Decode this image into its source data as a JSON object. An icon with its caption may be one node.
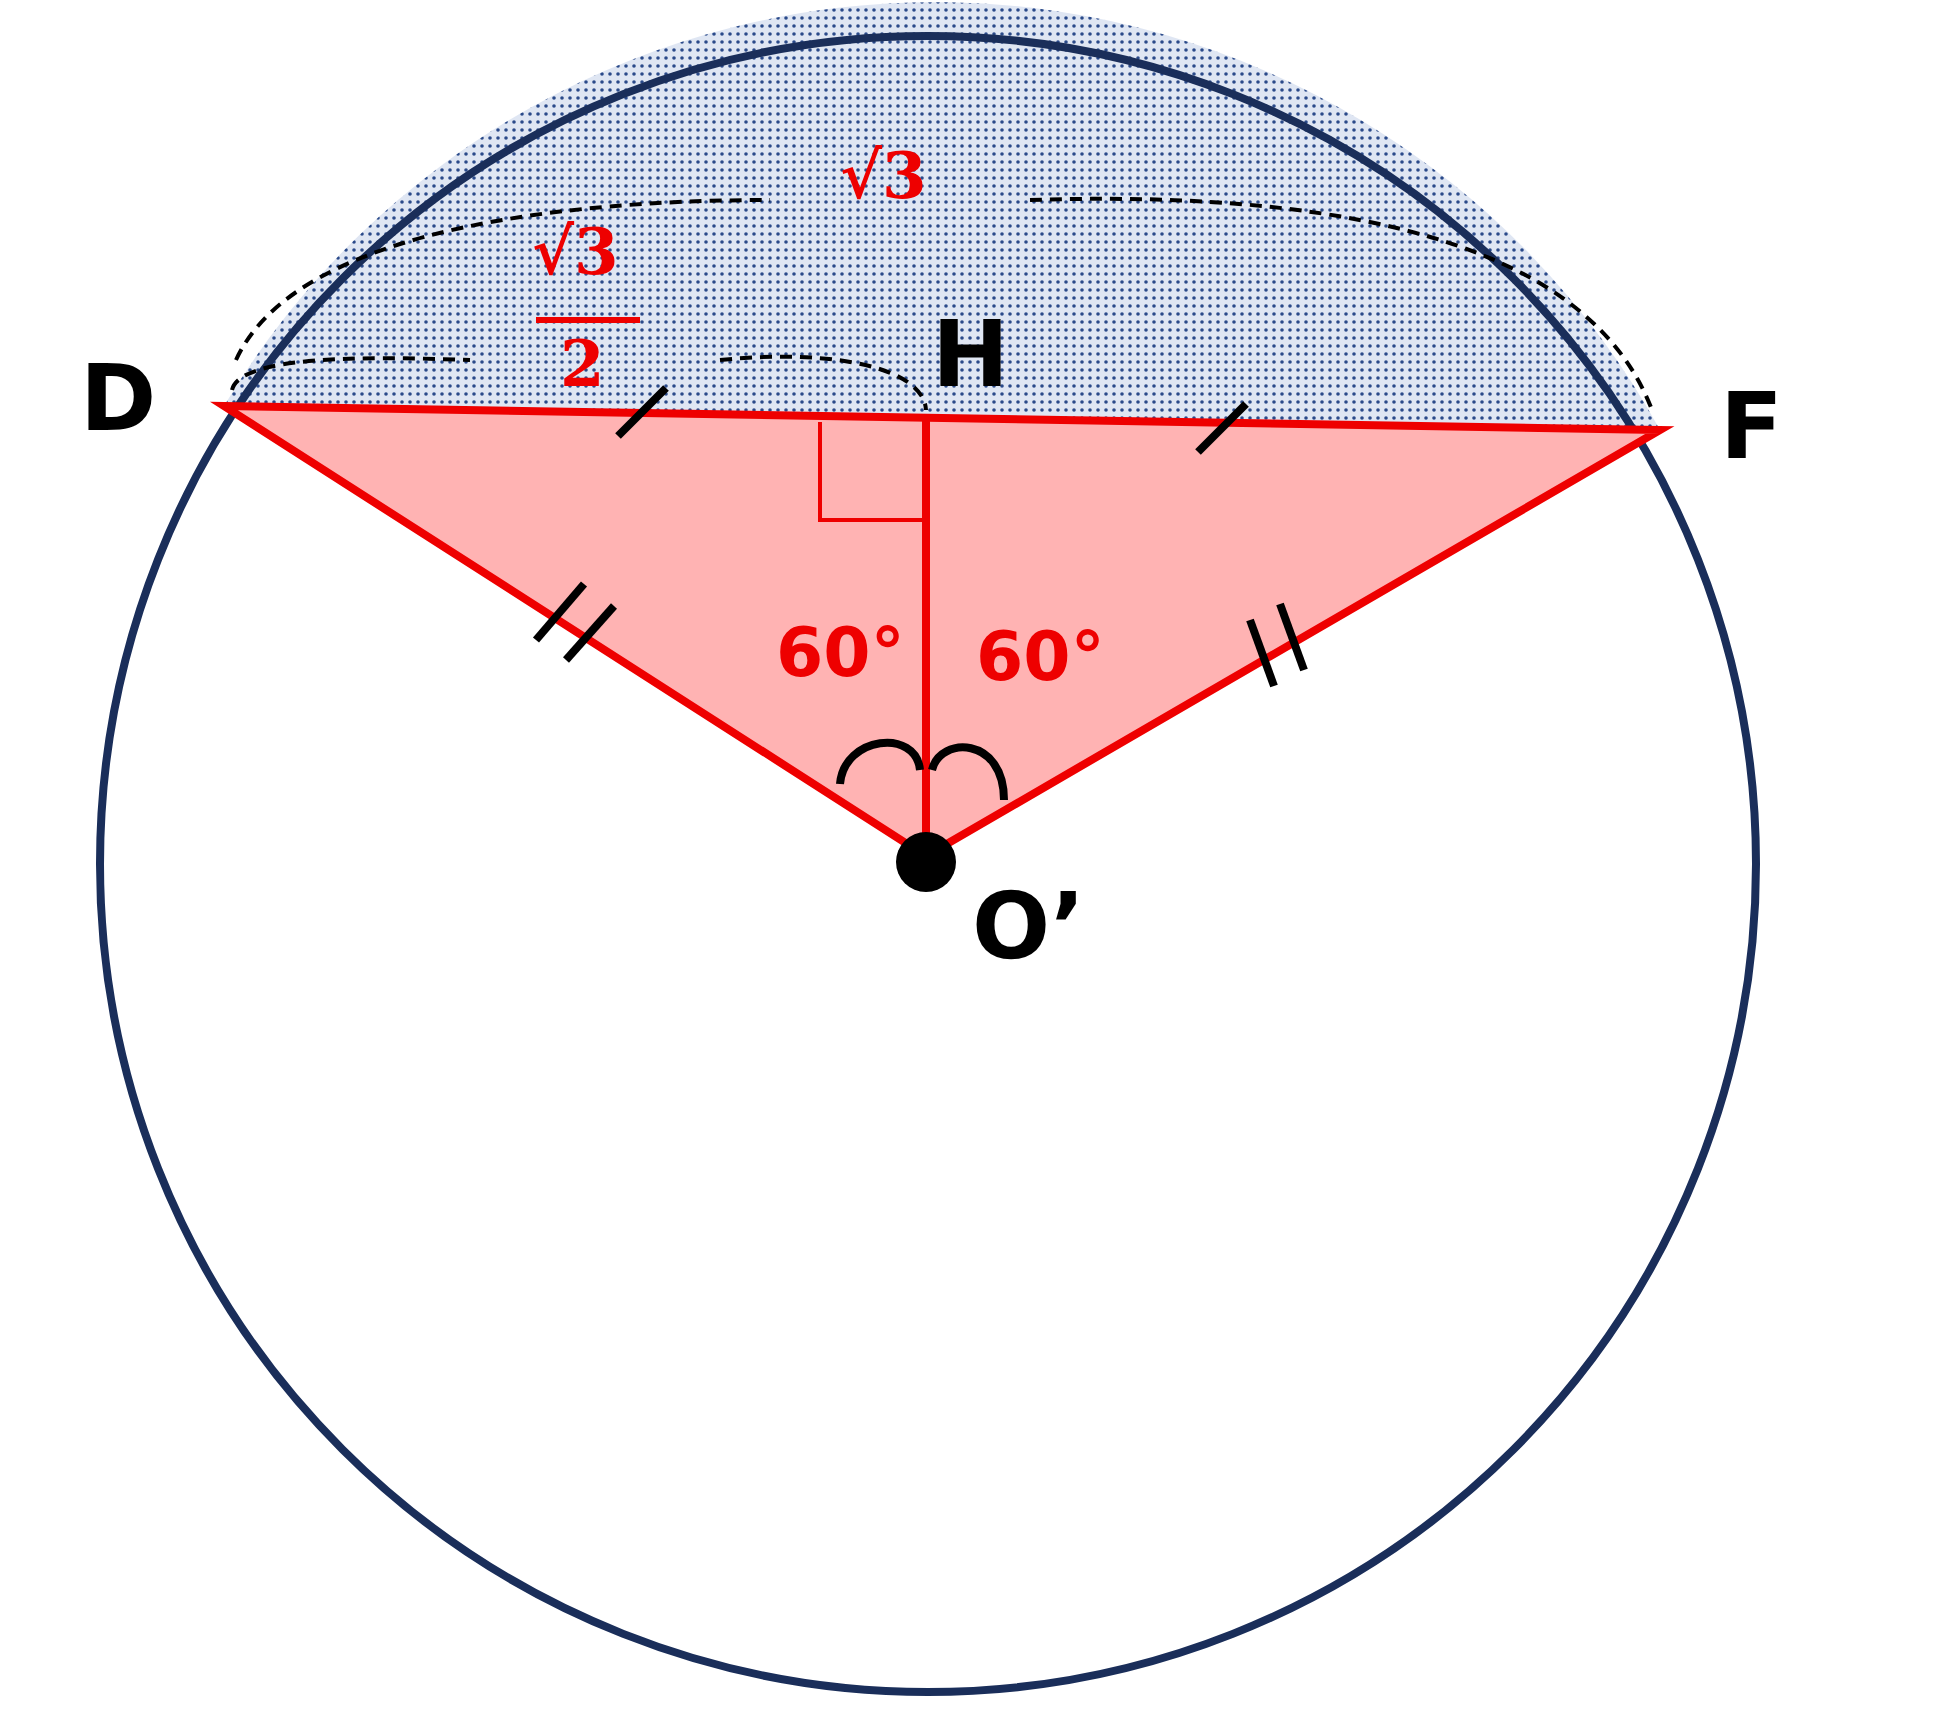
{
  "diagram": {
    "labels": [
      "√3",
      "√3",
      "D",
      "H",
      "2",
      "F",
      "60°",
      "60°",
      "O’"
    ]
  }
}
